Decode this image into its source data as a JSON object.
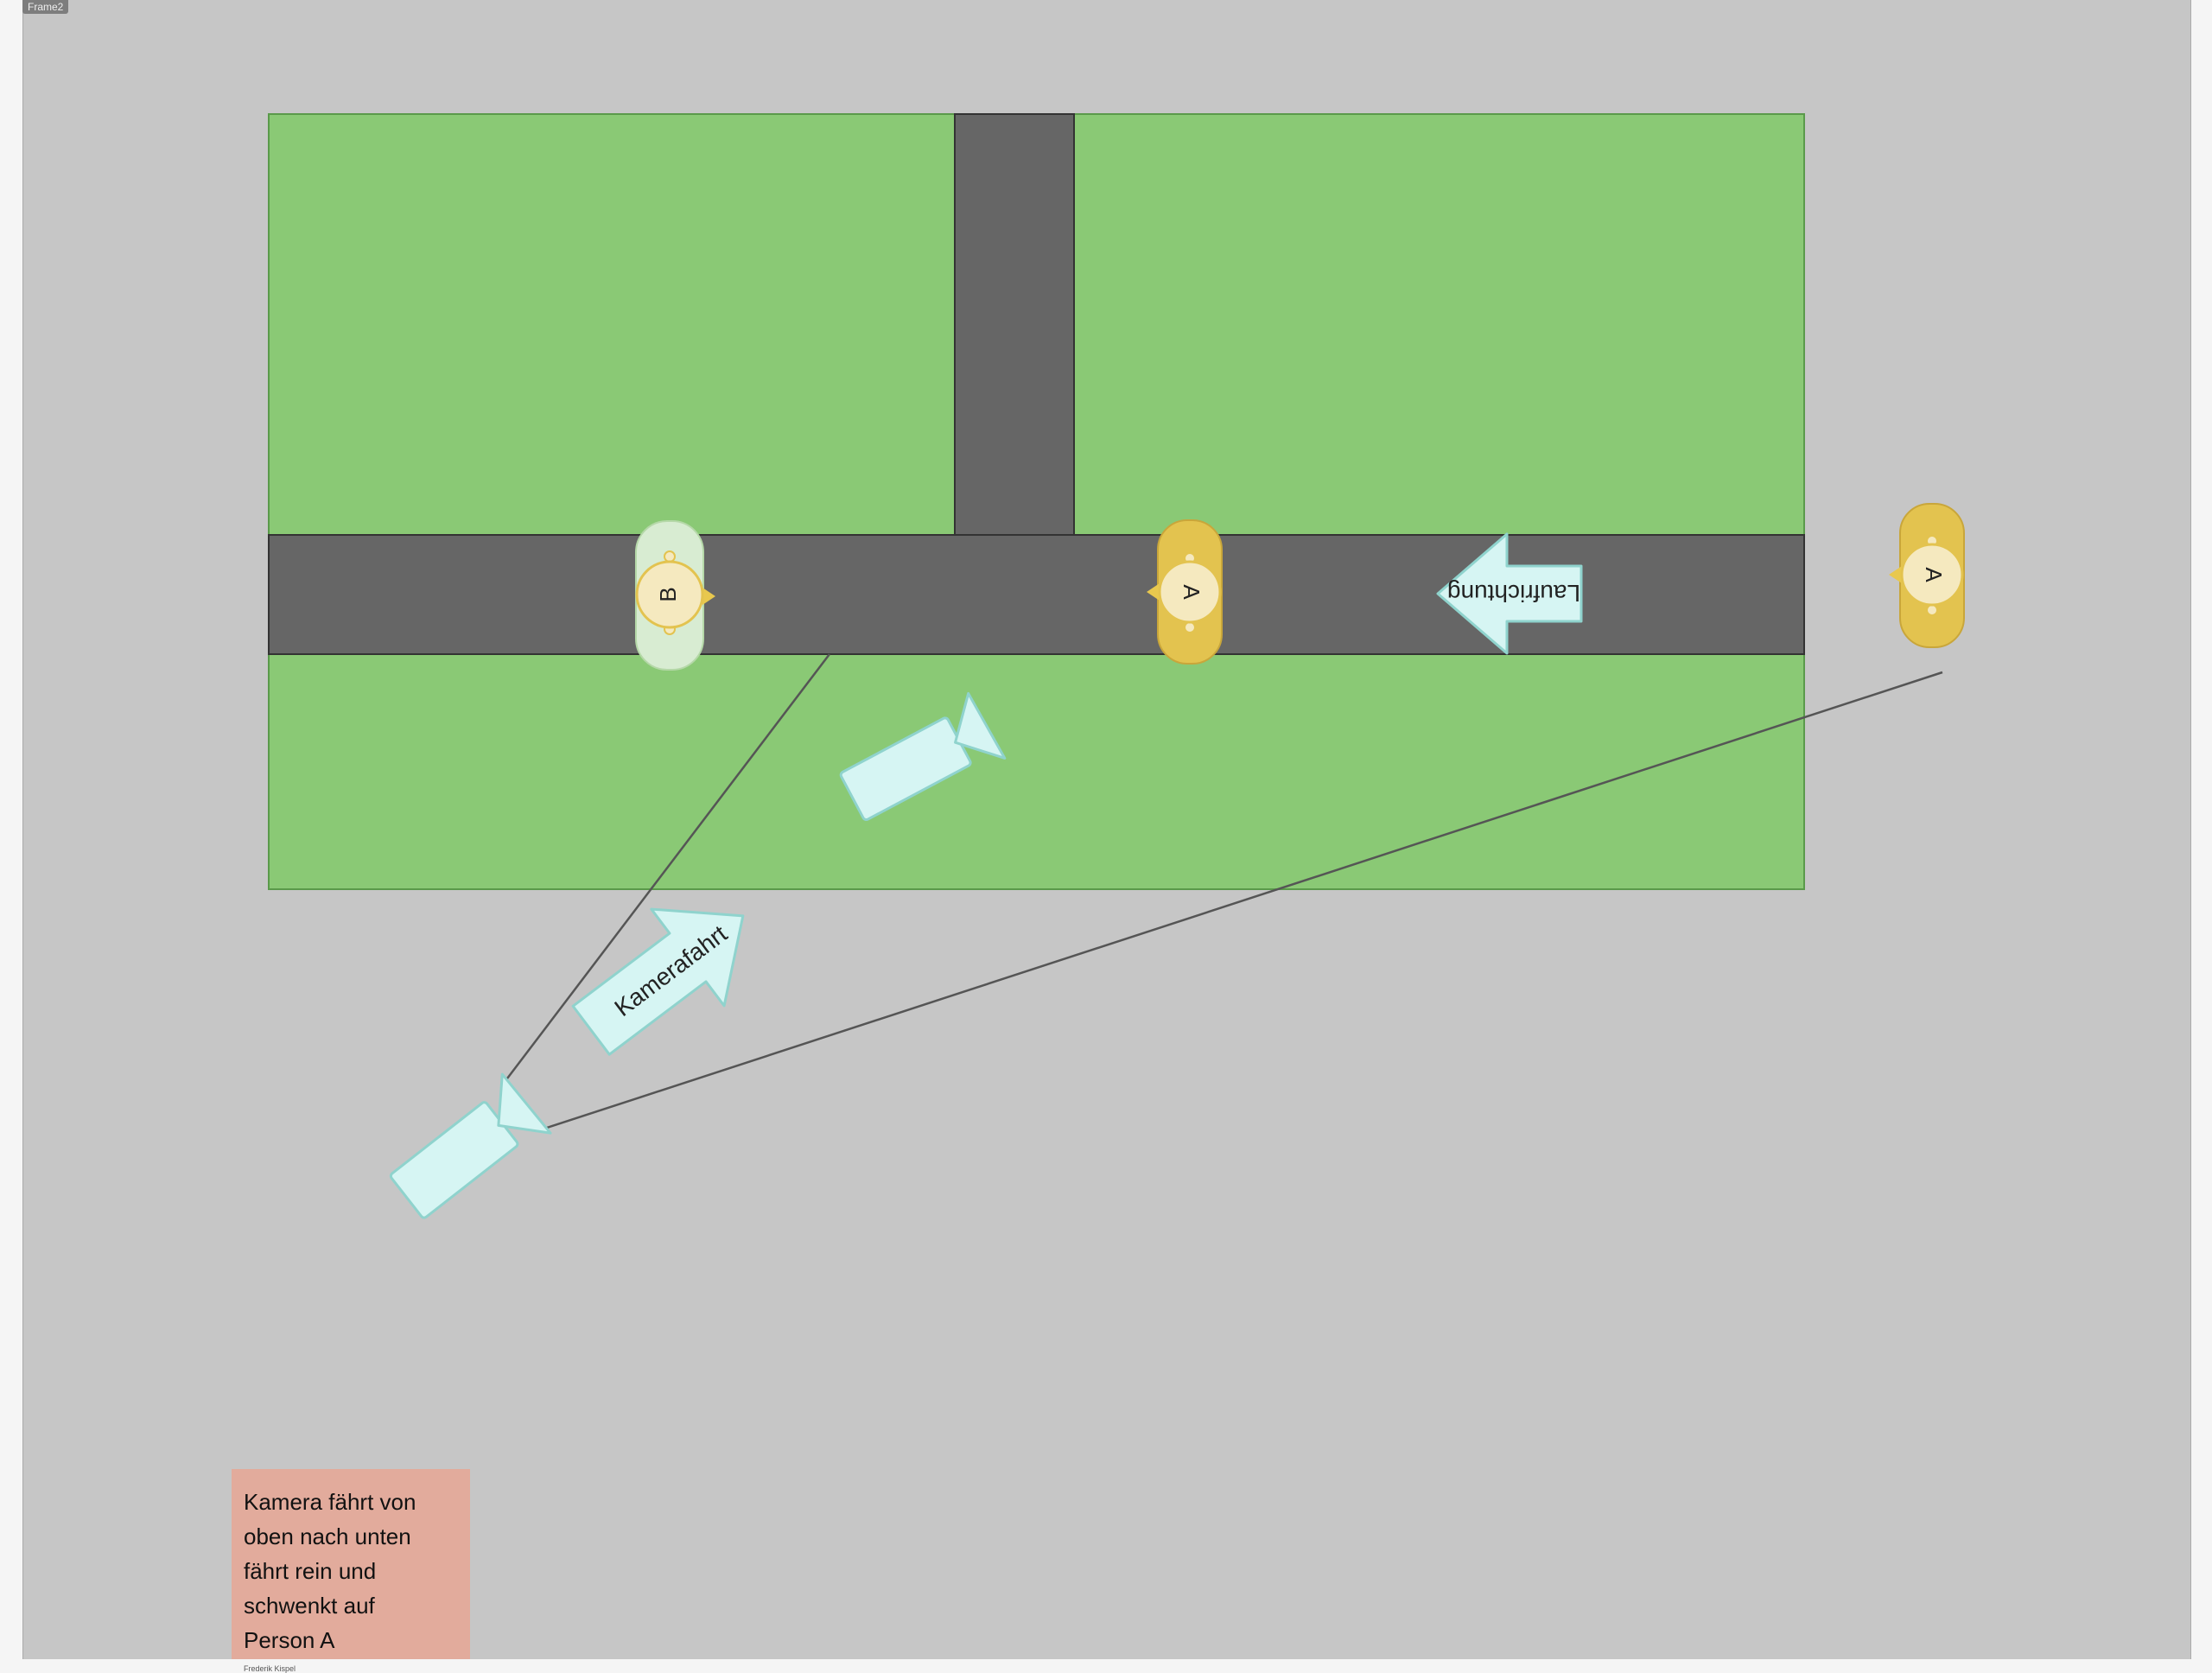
{
  "canvas": {
    "frame_name": "Frame2",
    "background": "#c6c6c6"
  },
  "colors": {
    "grass": "#8ac975",
    "road": "#666666",
    "arrow_fill": "#d6f5f3",
    "arrow_stroke": "#8fd3cd",
    "person_a": "#e3c34f",
    "person_b": "#d8ecd2",
    "head": "#f5e9bf",
    "note": "#e2ab9c"
  },
  "people": [
    {
      "id": "B",
      "label": "B",
      "role": "person-b"
    },
    {
      "id": "A1",
      "label": "A",
      "role": "person-a"
    },
    {
      "id": "A2",
      "label": "A",
      "role": "person-a-outside"
    }
  ],
  "arrows": {
    "walk_direction": "Laufrichtung",
    "camera_move": "Kamerafahrt"
  },
  "note": {
    "text": "Kamera fährt von\noben nach unten\nfährt rein und\nschwenkt auf\nPerson A",
    "author": "Frederik Kispel"
  }
}
